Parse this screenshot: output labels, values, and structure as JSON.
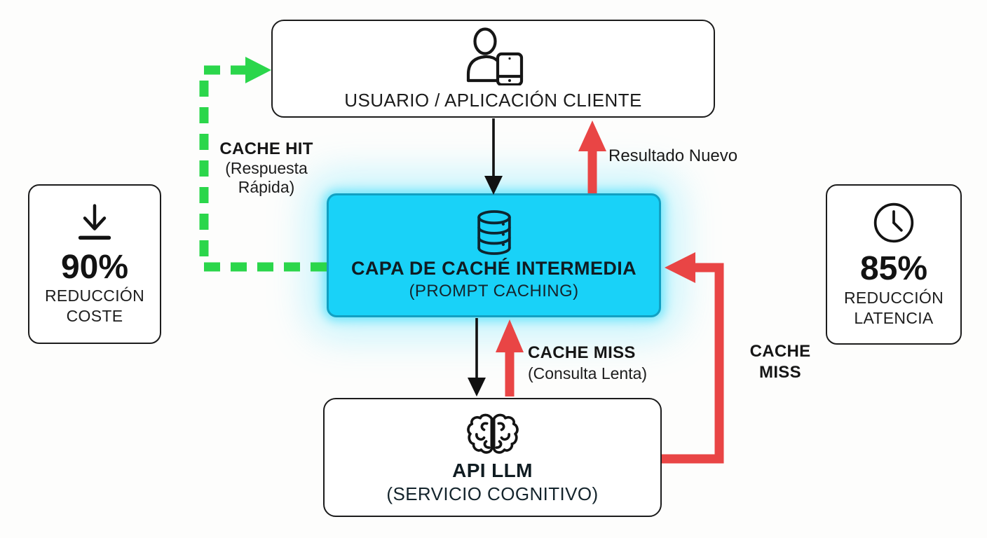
{
  "colors": {
    "green": "#2bd64b",
    "red": "#e94545",
    "cyan": "#19d2f8",
    "cyan_border": "#12a0c2",
    "ink": "#1a1a1a"
  },
  "nodes": {
    "user": {
      "label": "USUARIO / APLICACIÓN CLIENTE",
      "icon": "user-device-icon"
    },
    "cache": {
      "title": "CAPA DE CACHÉ INTERMEDIA",
      "subtitle": "(PROMPT CACHING)",
      "icon": "database-icon"
    },
    "api": {
      "title": "API LLM",
      "subtitle": "(SERVICIO COGNITIVO)",
      "icon": "brain-icon"
    },
    "cost": {
      "value": "90%",
      "label_line1": "REDUCCIÓN",
      "label_line2": "COSTE",
      "icon": "download-icon"
    },
    "latency": {
      "value": "85%",
      "label_line1": "REDUCCIÓN",
      "label_line2": "LATENCIA",
      "icon": "clock-icon"
    }
  },
  "edges": {
    "cache_hit": {
      "title": "CACHE HIT",
      "sub_line1": "(Respuesta",
      "sub_line2": "Rápida)",
      "style": "dashed-green"
    },
    "resultado_nuevo": {
      "label": "Resultado Nuevo",
      "style": "solid-red"
    },
    "cache_miss_center": {
      "title": "CACHE MISS",
      "subtitle": "(Consulta Lenta)",
      "style": "solid-red"
    },
    "cache_miss_right": {
      "line1": "CACHE",
      "line2": "MISS",
      "style": "solid-red"
    }
  }
}
